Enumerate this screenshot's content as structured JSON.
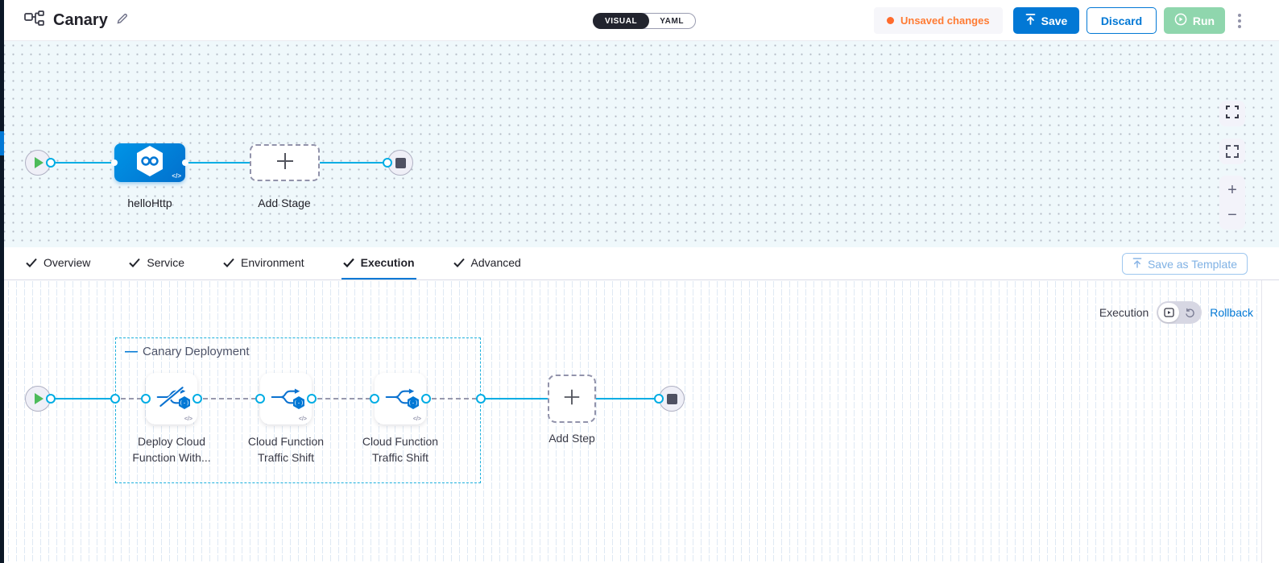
{
  "header": {
    "title": "Canary",
    "mode_toggle": {
      "visual_label": "VISUAL",
      "yaml_label": "YAML",
      "selected": "VISUAL"
    },
    "unsaved_label": "Unsaved changes",
    "save_label": "Save",
    "discard_label": "Discard",
    "run_label": "Run"
  },
  "stage_canvas": {
    "stage_name": "helloHttp",
    "add_stage_label": "Add Stage",
    "zoom_in_label": "+",
    "zoom_out_label": "−"
  },
  "tabs": {
    "items": [
      {
        "label": "Overview",
        "checked": true
      },
      {
        "label": "Service",
        "checked": true
      },
      {
        "label": "Environment",
        "checked": true
      },
      {
        "label": "Execution",
        "checked": true
      },
      {
        "label": "Advanced",
        "checked": true
      }
    ],
    "active": "Execution",
    "save_as_template_label": "Save as Template"
  },
  "execution_canvas": {
    "mode_label": "Execution",
    "rollback_label": "Rollback",
    "group_title": "Canary Deployment",
    "steps": [
      {
        "name": "Deploy Cloud Function With..."
      },
      {
        "name": "Cloud Function Traffic Shift"
      },
      {
        "name": "Cloud Function Traffic Shift"
      }
    ],
    "add_step_label": "Add Step"
  },
  "colors": {
    "accent_blue": "#0278d5",
    "line_cyan": "#00ade4",
    "warning_orange": "#ff7b33",
    "run_green": "#8fd6ad",
    "dark_strip": "#0b1726"
  }
}
